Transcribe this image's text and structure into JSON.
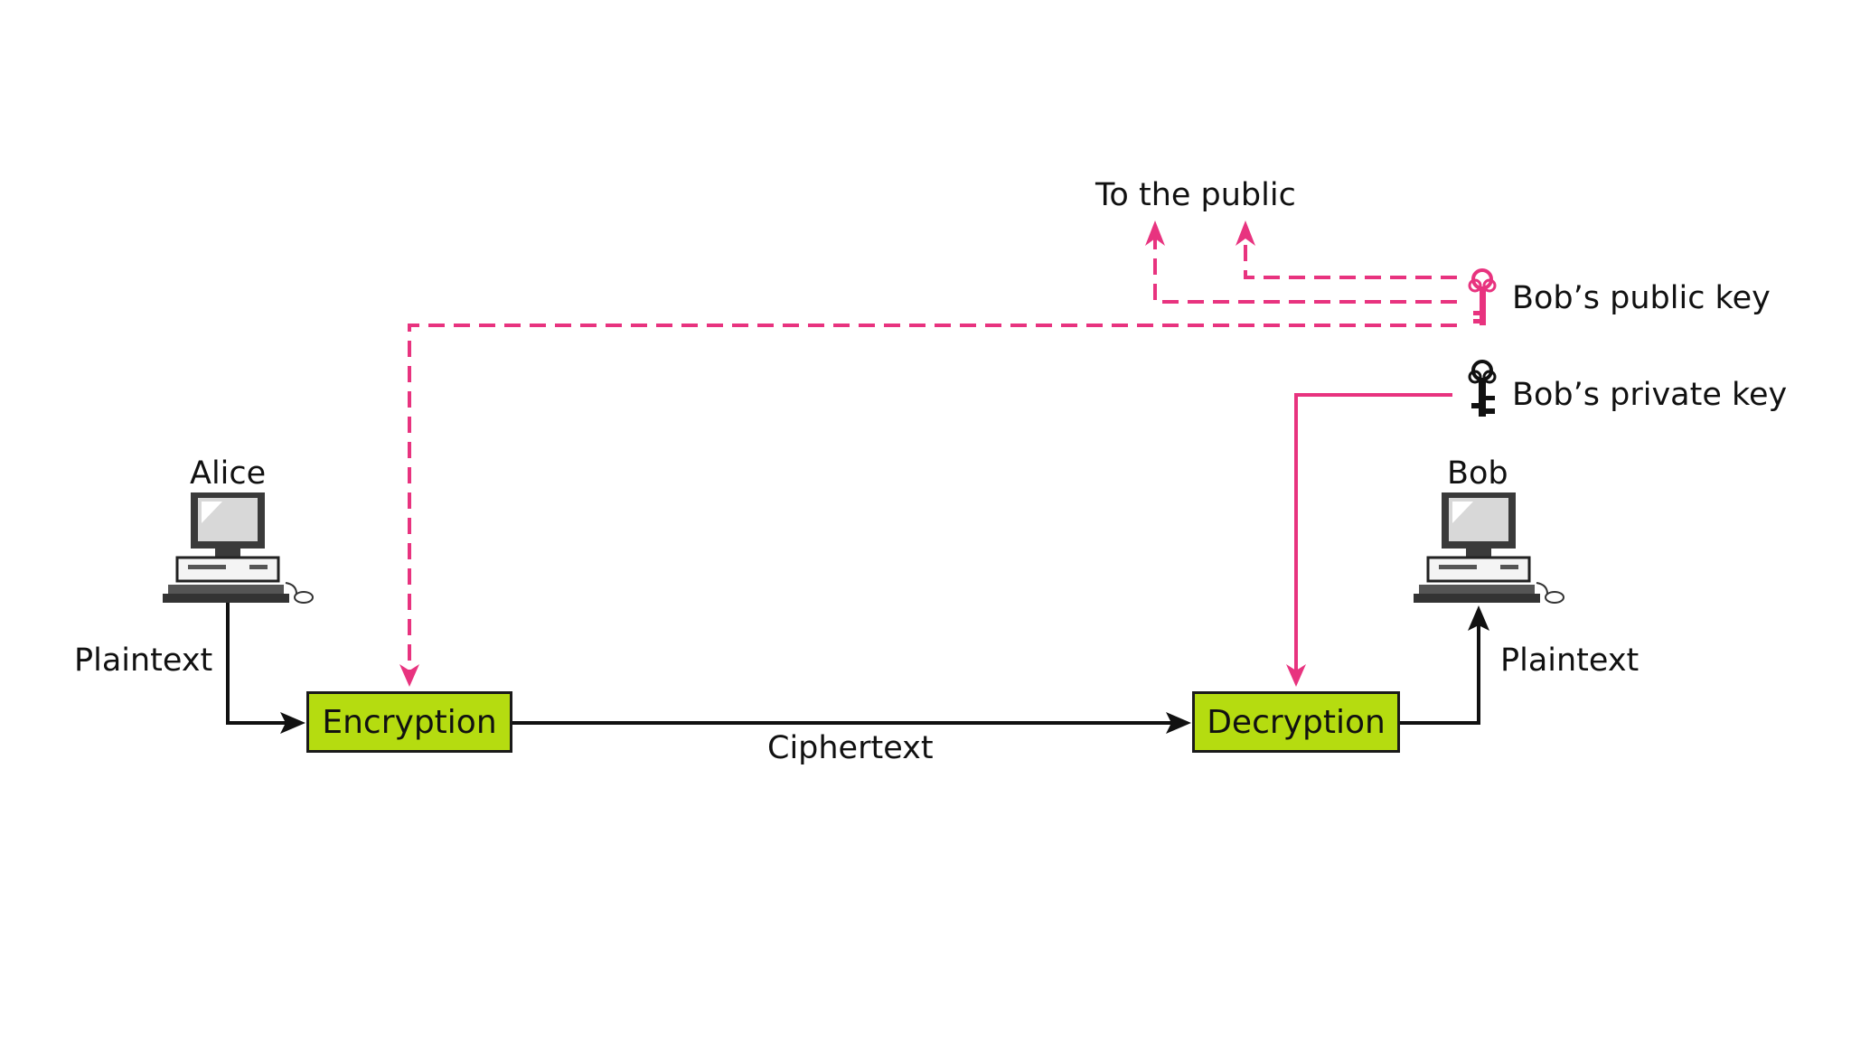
{
  "labels": {
    "to_public": "To the public",
    "public_key": "Bob’s public key",
    "private_key": "Bob’s private key",
    "alice": "Alice",
    "bob": "Bob",
    "plaintext_in": "Plaintext",
    "plaintext_out": "Plaintext",
    "ciphertext": "Ciphertext"
  },
  "boxes": {
    "encryption": "Encryption",
    "decryption": "Decryption"
  },
  "colors": {
    "key_line": "#e8337f",
    "box_fill": "#b5dc10",
    "flow_line": "#111111"
  },
  "icons": {
    "alice_computer": "desktop-computer-icon",
    "bob_computer": "desktop-computer-icon",
    "public_key": "pink-key-icon",
    "private_key": "black-key-icon"
  }
}
